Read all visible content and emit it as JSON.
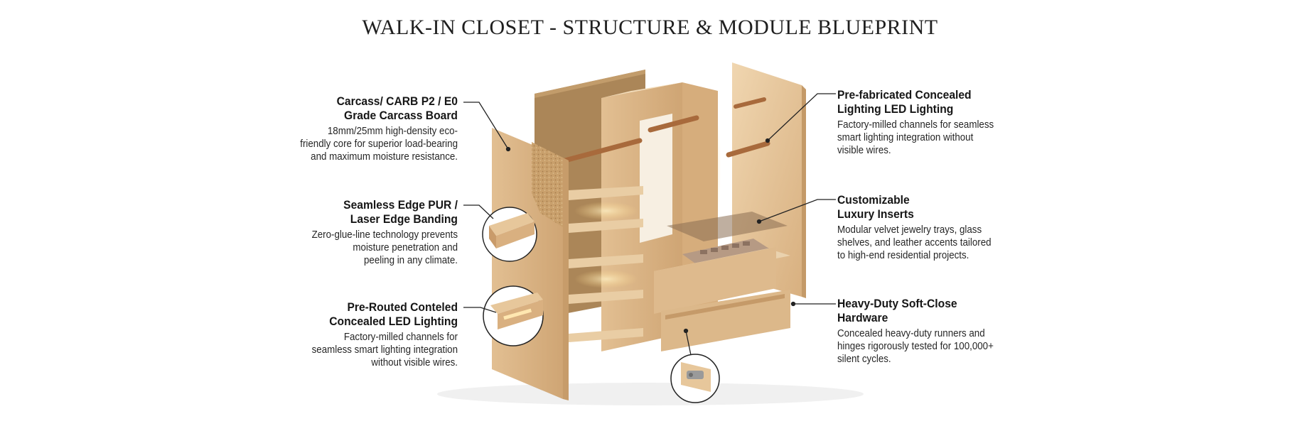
{
  "title": "WALK-IN CLOSET - STRUCTURE & MODULE BLUEPRINT",
  "callouts": {
    "carcass": {
      "heading": "Carcass/ CARB P2 / E0\nGrade Carcass Board",
      "body": "18mm/25mm high-density eco-\nfriendly core for superior load-bearing\nand maximum moisture resistance."
    },
    "edge": {
      "heading": "Seamless Edge PUR /\nLaser Edge Banding",
      "body": "Zero-glue-line technology prevents\nmoisture penetration and\npeeling in any climate."
    },
    "routed_led": {
      "heading": "Pre-Routed Conteled\nConcealed LED Lighting",
      "body": "Factory-milled channels for\nseamless smart lighting integration\nwithout visible wires."
    },
    "prefab_led": {
      "heading": "Pre-fabricated Concealed\nLighting LED Lighting",
      "body": "Factory-milled channels for seamless\nsmart lighting integration without\nvisible wires."
    },
    "inserts": {
      "heading": "Customizable\nLuxury Inserts",
      "body": "Modular velvet jewelry trays, glass\nshelves, and leather accents tailored\nto high-end residential projects."
    },
    "hardware": {
      "heading": "Heavy-Duty Soft-Close\nHardware",
      "body": "Concealed heavy-duty runners and\nhinges rigorously tested for 100,000+\nsilent cycles."
    }
  },
  "colors": {
    "wood_light": "#e8c9a0",
    "wood_mid": "#d9b385",
    "wood_dark": "#b98d5c",
    "back_panel": "#a98457",
    "rod": "#a86a3c",
    "led": "#ffe7b0",
    "leader": "#222222"
  }
}
